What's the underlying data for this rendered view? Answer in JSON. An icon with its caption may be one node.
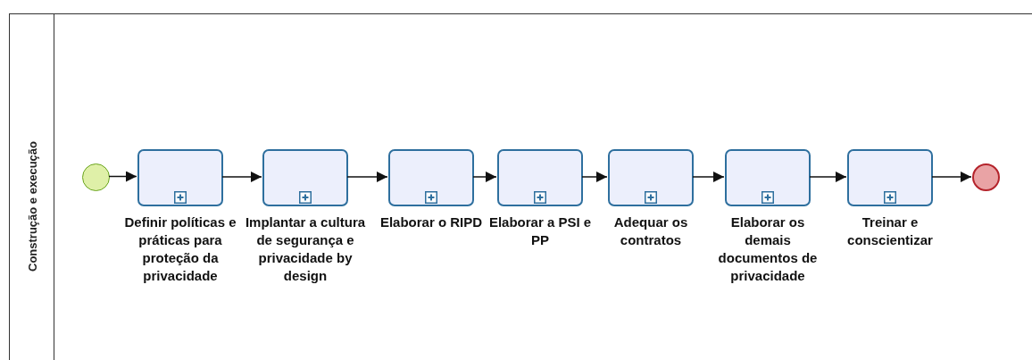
{
  "diagram": {
    "nodes": [
      {
        "text": [
          "Construção e execução"
        ]
      },
      {
        "text": [],
        "shape": "circle",
        "in": 0
      },
      {
        "text": [
          "Definir políticas e práticas para proteção da privacidade"
        ],
        "in": 0
      },
      {
        "text": [
          "Implantar a cultura de segurança e privacidade by design"
        ],
        "in": 0
      },
      {
        "text": [
          "Elaborar o RIPD"
        ],
        "in": 0
      },
      {
        "text": [
          "Elaborar a PSI e PP"
        ],
        "in": 0
      },
      {
        "text": [
          "Adequar os contratos"
        ],
        "in": 0
      },
      {
        "text": [
          "Elaborar os demais documentos de privacidade"
        ],
        "in": 0
      },
      {
        "text": [
          "Treinar e conscientizar"
        ],
        "in": 0
      },
      {
        "text": [],
        "shape": "circle",
        "in": 0
      }
    ],
    "edges": [
      {
        "from": 1,
        "to": 2,
        "arrow": "to"
      },
      {
        "from": 2,
        "to": 3,
        "arrow": "to"
      },
      {
        "from": 3,
        "to": 4,
        "arrow": "to"
      },
      {
        "from": 4,
        "to": 5,
        "arrow": "to"
      },
      {
        "from": 5,
        "to": 6,
        "arrow": "to"
      },
      {
        "from": 6,
        "to": 7,
        "arrow": "to"
      },
      {
        "from": 7,
        "to": 8,
        "arrow": "to"
      },
      {
        "from": 8,
        "to": 9,
        "arrow": "to"
      }
    ]
  }
}
